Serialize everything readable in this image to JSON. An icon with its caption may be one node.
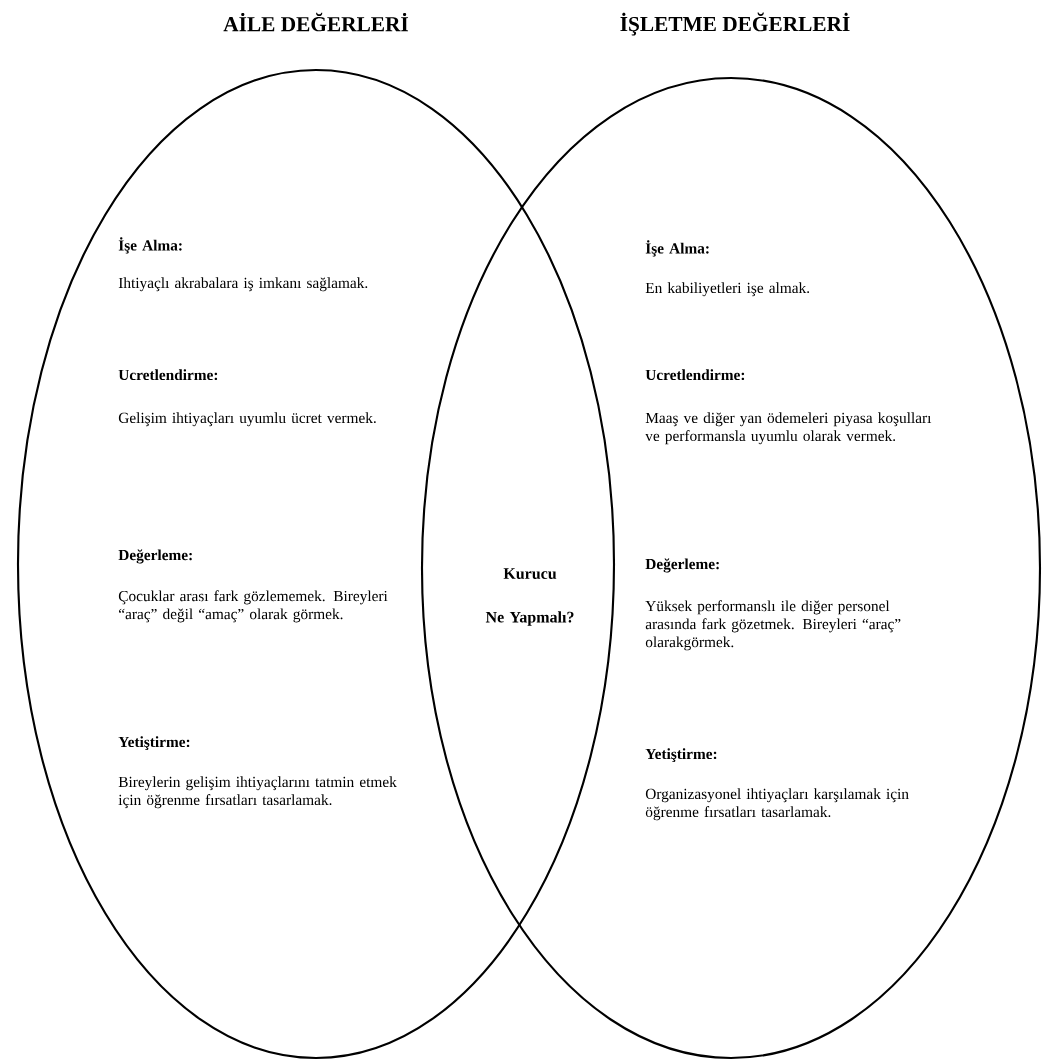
{
  "diagram": {
    "nodes": [
      {
        "text": [
          "AİLE DEĞERLERİ",
          "İşe Alma:",
          "Ihtiyaçlı akrabalara iş imkanı sağlamak.",
          "Ucretlendirme:",
          "Gelişim ihtiyaçları uyumlu ücret vermek.",
          "Değerleme:",
          "Çocuklar arası fark gözlememek. Bireyleri “araç” değil “amaç” olarak görmek.",
          "Yetiştirme:",
          "Bireylerin gelişim ihtiyaçlarını tatmin etmek için öğrenme fırsatları tasarlamak."
        ]
      },
      {
        "text": [
          "İŞLETME DEĞERLERİ",
          "İşe Alma:",
          "En kabiliyetleri işe almak.",
          "Ucretlendirme:",
          "Maaş ve diğer yan ödemeleri piyasa koşulları ve performansla uyumlu olarak vermek.",
          "Değerleme:",
          "Yüksek performanslı ile diğer personel arasında fark gözetmek. Bireyleri “araç” olarakgörmek.",
          "Yetiştirme:",
          "Organizasyonel ihtiyaçları karşılamak için öğrenme fırsatları tasarlamak."
        ]
      }
    ],
    "labels": [
      "Kurucu",
      "Ne Yapmalı?"
    ]
  }
}
